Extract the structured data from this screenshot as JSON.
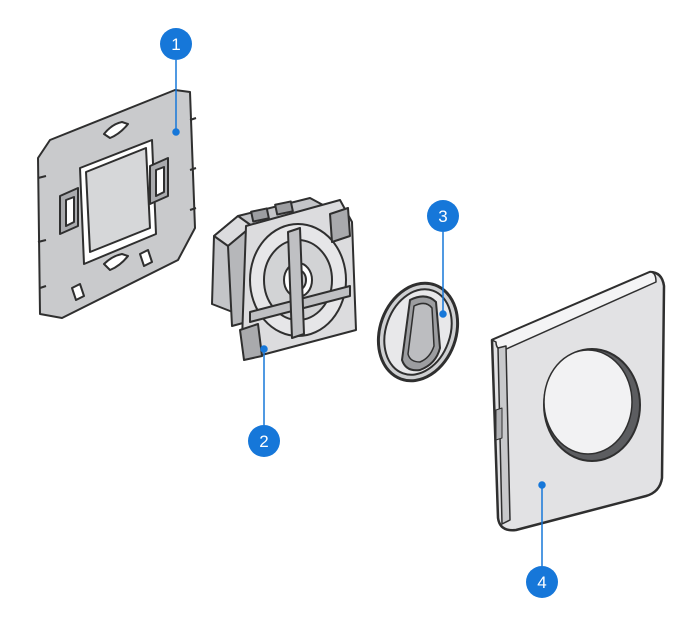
{
  "callouts": [
    {
      "number": "1"
    },
    {
      "number": "2"
    },
    {
      "number": "3"
    },
    {
      "number": "4"
    }
  ],
  "colors": {
    "callout_fill": "#1677d9",
    "callout_text": "#ffffff",
    "outline": "#2f2f2f",
    "metal": "#c9cacc",
    "plastic": "#dcdcde",
    "cover": "#eeeef0",
    "pointer": "#1677d9"
  }
}
